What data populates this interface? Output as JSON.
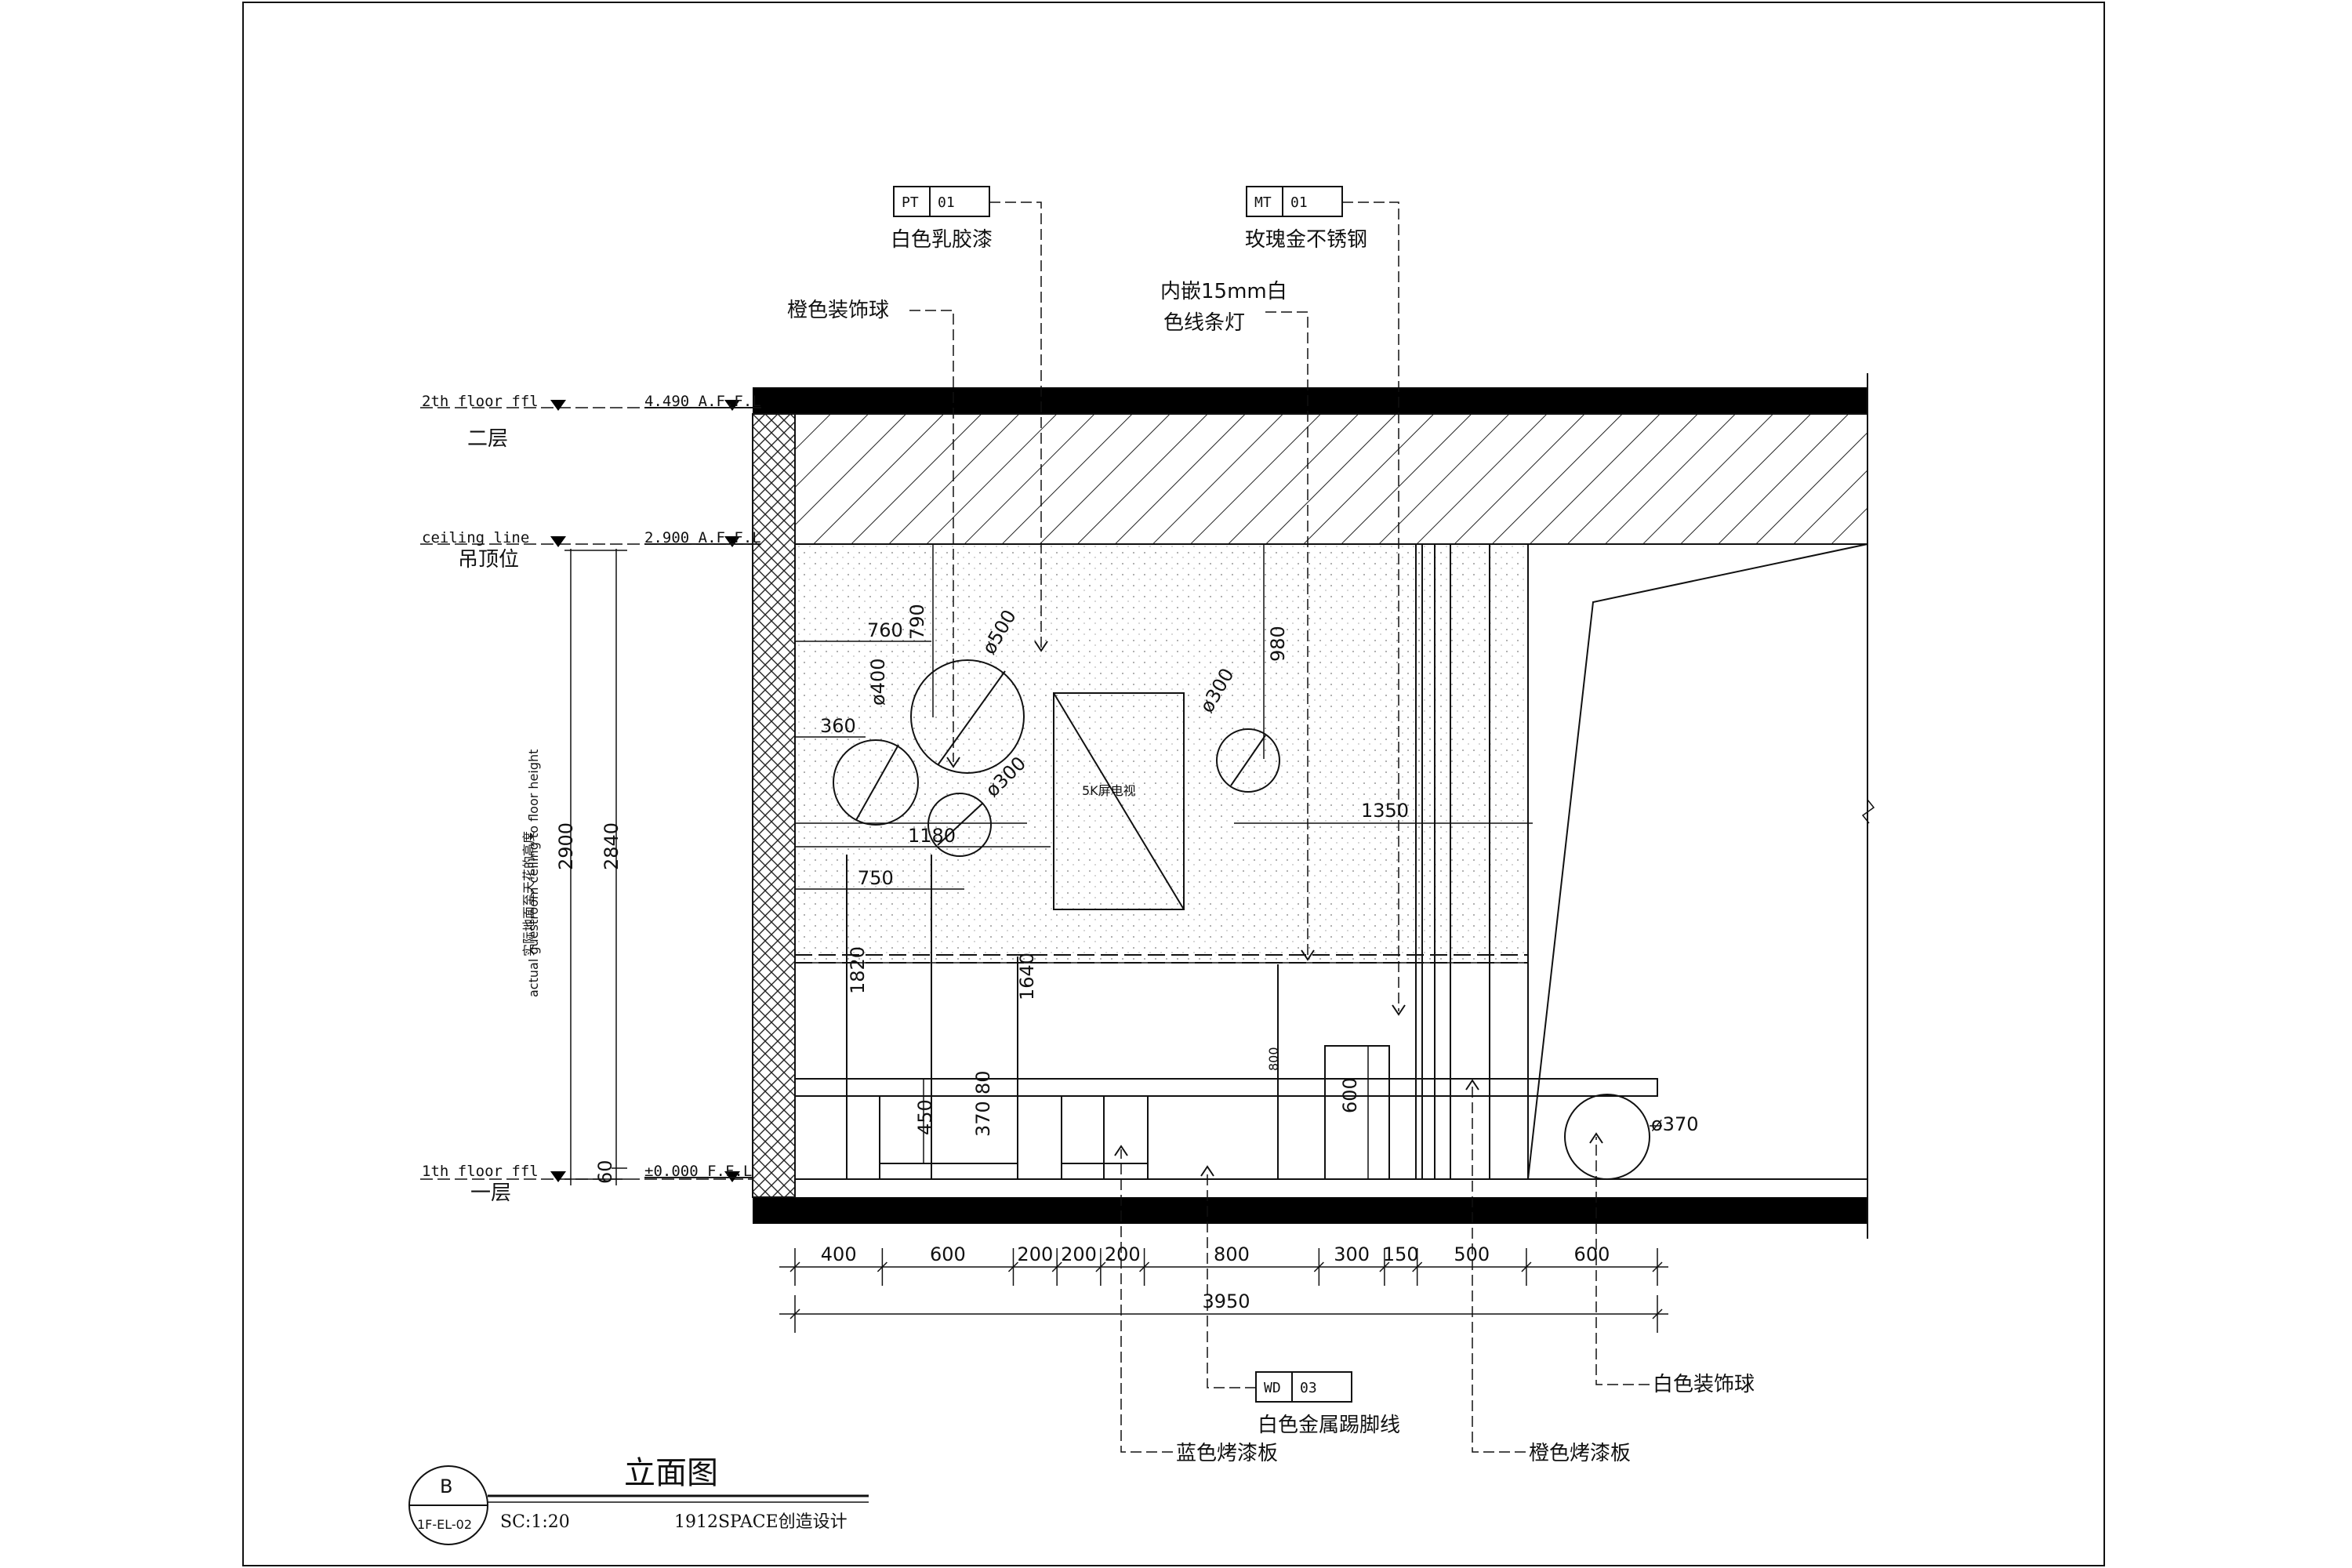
{
  "title": {
    "drawing_name": "立面图",
    "bubble_letter": "B",
    "bubble_code": "1F-EL-02",
    "scale": "SC:1:20",
    "firm": "1912SPACE创造设计"
  },
  "levels": [
    {
      "id": "2f",
      "label": "2th floor ffl",
      "cn": "二层",
      "value": "4.490 A.F.F.L"
    },
    {
      "id": "ceiling",
      "label": "ceiling line",
      "cn": "吊顶位",
      "value": "2.900 A.F.F.L"
    },
    {
      "id": "1f",
      "label": "1th floor ffl",
      "cn": "一层",
      "value": "±0.000 F.F.L"
    }
  ],
  "vertical_note": {
    "cn": "实际地面至天花的高度",
    "en": "actual guestroom ceiling to floor height"
  },
  "materials": [
    {
      "code": "PT",
      "num": "01",
      "name": "白色乳胶漆"
    },
    {
      "code": "MT",
      "num": "01",
      "name": "玫瑰金不锈钢"
    },
    {
      "code": "WD",
      "num": "03",
      "name": "白色金属踢脚线"
    }
  ],
  "callouts": {
    "orange_ball": "橙色装饰球",
    "strip_light_line1": "内嵌15mm白",
    "strip_light_line2": "色线条灯",
    "white_ball": "白色装饰球",
    "blue_board": "蓝色烤漆板",
    "orange_board": "橙色烤漆板"
  },
  "tv_label": "5K屏电视",
  "dims": {
    "h2900": "2900",
    "h2840": "2840",
    "h60": "60",
    "d760": "760",
    "d790": "790",
    "d500": "ø500",
    "d400": "ø400",
    "d360": "360",
    "d300a": "ø300",
    "d1180": "1180",
    "d750": "750",
    "d300b": "ø300",
    "d980": "980",
    "d1350": "1350",
    "d1820": "1820",
    "d1640": "1640",
    "d80": "80",
    "d450": "450",
    "d370": "370",
    "d800v": "800",
    "d600v": "600",
    "d370c": "ø370"
  },
  "bottom_dims": [
    "400",
    "600",
    "200",
    "200",
    "200",
    "800",
    "300",
    "150",
    "500",
    "600"
  ],
  "total_dim": "3950"
}
